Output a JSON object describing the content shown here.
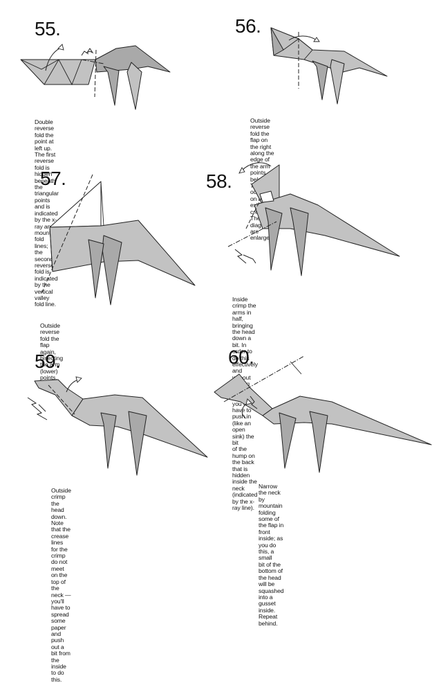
{
  "steps": [
    {
      "number": "55.",
      "caption": "Double reverse fold the point at left up.  The first\nreverse fold is hidden beneath the triangular points\nand is indicated by the x-ray and mountain fold lines;\nthe second reverse fold is indicated by the vertical\nvalley fold line."
    },
    {
      "number": "56.",
      "caption": "Outside reverse fold the flap on the right along the\nedge of the arm points below.  This occurs on an\nexisting crease.  The next diagrams are enlarged."
    },
    {
      "number": "57.",
      "caption": "Outside reverse fold the flap again, bisecting\nthe arm (lower) points."
    },
    {
      "number": "58.",
      "caption": "Inside crimp the arms in half, bringing the head down a\nbit.  In order to do this effectively and without ripping the\npaper, you will have to push in (like an open sink) the bit\nof the hump on the back that is hidden inside the neck\n(indicated by the x-ray line)."
    },
    {
      "number": "59.",
      "caption": "Outside crimp the head down.  Note that the\ncrease lines for the crimp do not meet on the\ntop of the neck — you'll have to spread some\npaper and push out a bit from the inside to do\nthis."
    },
    {
      "number": "60.",
      "caption": "Narrow the neck by mountain folding some of\nthe flap in front inside; as you do this, a small\nbit of the bottom of the head will be squashed\ninto a gusset inside.  Repeat behind."
    }
  ]
}
